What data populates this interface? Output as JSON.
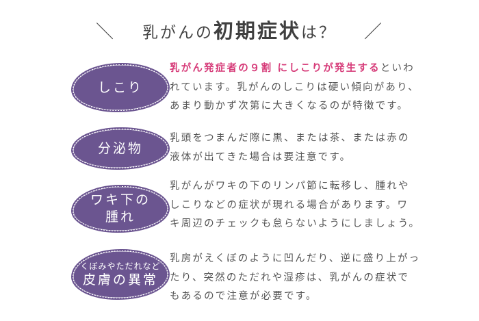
{
  "title": {
    "prefix": "乳がんの",
    "emphasis": "初期症状",
    "suffix": "は？",
    "left_mark": "＼",
    "right_mark": "／"
  },
  "colors": {
    "blob": "#6b5590",
    "highlight": "#d63a78",
    "text": "#555555"
  },
  "symptoms": [
    {
      "label_sub": "",
      "label": "しこり",
      "highlight": "乳がん発症者の９割 にしこりが発生する",
      "lines": [
        "といわ",
        "れています。乳がんのしこりは硬い傾向があり、",
        "あまり動かず次第に大きくなるのが特徴です。"
      ]
    },
    {
      "label_sub": "",
      "label": "分泌物",
      "lines": [
        "乳頭をつまんだ際に黒、または茶、または赤の",
        "液体が出てきた場合は要注意です。"
      ]
    },
    {
      "label_sub": "",
      "label": "ワキ下の",
      "label2": "腫れ",
      "lines": [
        "乳がんがワキの下のリンパ節に転移し、腫れや",
        "しこりなどの症状が現れる場合があります。ワ",
        "キ周辺のチェックも怠らないようにしましょう。"
      ]
    },
    {
      "label_sub": "くぼみやただれなど",
      "label": "皮膚の異常",
      "lines": [
        "乳房がえくぼのように凹んだり、逆に盛り上がっ",
        "たり、突然のただれや湿疹は、乳がんの症状で",
        "もあるので注意が必要です。"
      ]
    }
  ]
}
